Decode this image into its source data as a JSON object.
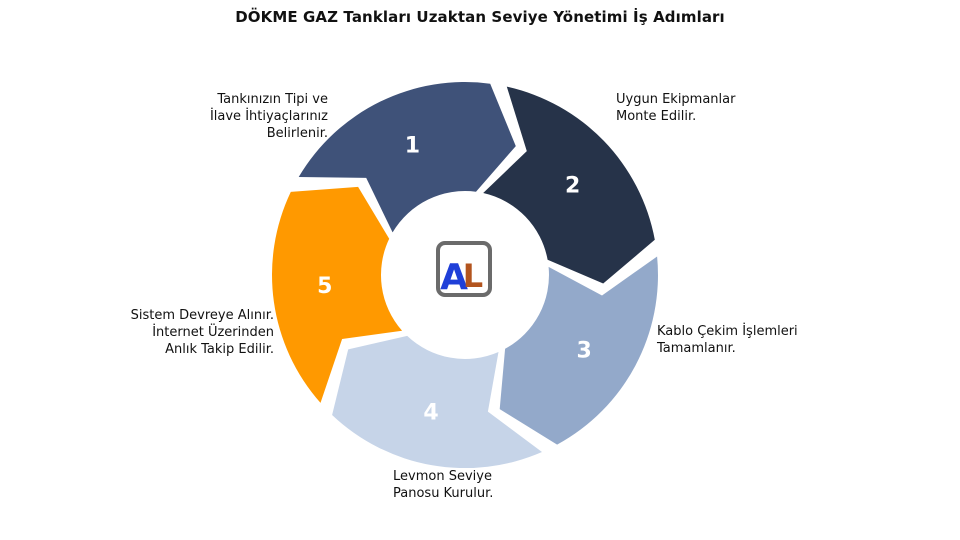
{
  "title": "DÖKME GAZ Tankları Uzaktan Seviye Yönetimi İş Adımları",
  "logo": {
    "letters": [
      "A",
      "L"
    ],
    "colors": {
      "frame": "#6b6b6b",
      "a": "#1f3fd8",
      "l": "#b3541e"
    }
  },
  "steps": [
    {
      "number": "1",
      "color": "#3f5279",
      "lines": [
        "Tankınızın Tipi ve",
        "İlave İhtiyaçlarınız",
        "Belirlenir."
      ]
    },
    {
      "number": "2",
      "color": "#263349",
      "lines": [
        "Uygun Ekipmanlar",
        "Monte Edilir."
      ]
    },
    {
      "number": "3",
      "color": "#93a9ca",
      "lines": [
        "Kablo Çekim İşlemleri",
        "Tamamlanır."
      ]
    },
    {
      "number": "4",
      "color": "#c6d4e8",
      "lines": [
        "Levmon Seviye",
        "Panosu Kurulur."
      ]
    },
    {
      "number": "5",
      "color": "#ff9900",
      "lines": [
        "Sistem Devreye Alınır.",
        "İnternet Üzerinden",
        "Anlık Takip Edilir."
      ]
    }
  ]
}
